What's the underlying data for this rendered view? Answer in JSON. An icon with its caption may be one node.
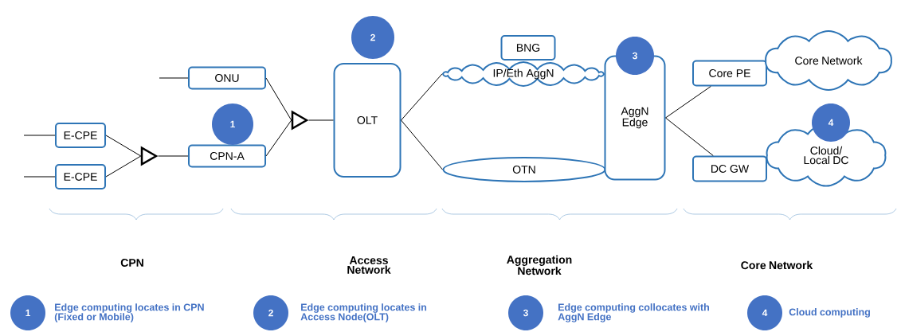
{
  "diagram": {
    "nodes": [
      {
        "text": [
          "E-CPE"
        ]
      },
      {
        "text": [
          "E-CPE"
        ]
      },
      {
        "text": [],
        "shape": "triangle"
      },
      {
        "text": [
          "ONU"
        ]
      },
      {
        "text": [
          "CPN-A"
        ]
      },
      {
        "text": [],
        "shape": "triangle"
      },
      {
        "text": [
          "OLT"
        ]
      },
      {
        "text": [
          "BNG"
        ]
      },
      {
        "text": [
          "IP/Eth AggN"
        ]
      },
      {
        "text": [
          "OTN"
        ]
      },
      {
        "text": [
          "AggN Edge"
        ]
      },
      {
        "text": [
          "Core PE"
        ]
      },
      {
        "text": [
          "Core Network"
        ]
      },
      {
        "text": [
          "DC GW"
        ]
      },
      {
        "text": [
          "Cloud/ Local DC"
        ]
      },
      {
        "text": [
          "1"
        ]
      },
      {
        "text": [
          "2"
        ]
      },
      {
        "text": [
          "3"
        ]
      },
      {
        "text": [
          "4"
        ]
      },
      {
        "text": [
          "1"
        ],
        "beside": [
          "Edge computing locates in CPN (Fixed or Mobile)"
        ]
      },
      {
        "text": [
          "2"
        ],
        "beside": [
          "Edge computing locates in Access Node(OLT)"
        ]
      },
      {
        "text": [
          "3"
        ],
        "beside": [
          "Edge computing collocates with AggN Edge"
        ]
      },
      {
        "text": [
          "4"
        ],
        "beside": [
          "Cloud computing"
        ]
      }
    ],
    "edges": [
      {
        "from": null,
        "to": 0,
        "arrow": "none"
      },
      {
        "from": null,
        "to": 1,
        "arrow": "none"
      },
      {
        "from": 0,
        "to": 2,
        "arrow": "none"
      },
      {
        "from": 1,
        "to": 2,
        "arrow": "none"
      },
      {
        "from": 2,
        "to": 4,
        "arrow": "none"
      },
      {
        "from": null,
        "to": 3,
        "arrow": "none"
      },
      {
        "from": 3,
        "to": 5,
        "arrow": "none"
      },
      {
        "from": 4,
        "to": 5,
        "arrow": "none"
      },
      {
        "from": 5,
        "to": 6,
        "arrow": "none"
      },
      {
        "from": 6,
        "to": 8,
        "arrow": "none"
      },
      {
        "from": 6,
        "to": 9,
        "arrow": "none"
      },
      {
        "from": 10,
        "to": 11,
        "arrow": "none"
      },
      {
        "from": 10,
        "to": 13,
        "arrow": "none"
      }
    ],
    "labels": [
      "CPN",
      "Access Network",
      "Aggregation Network",
      "Core Network"
    ]
  }
}
